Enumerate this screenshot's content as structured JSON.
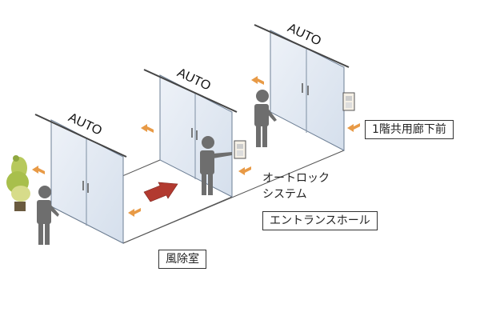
{
  "doors": [
    {
      "label": "AUTO"
    },
    {
      "label": "AUTO"
    },
    {
      "label": "AUTO"
    }
  ],
  "labels": {
    "floor1_corridor": "1階共用廊下前",
    "autolock_line1": "オートロック",
    "autolock_line2": "システム",
    "entrance_hall": "エントランスホール",
    "windbreak_room": "風除室"
  },
  "colors": {
    "glass": "#dde6f2",
    "glass_edge": "#6d7f95",
    "arrow_orange": "#e89a46",
    "arrow_red": "#b23a30",
    "person": "#6e6e6e",
    "plant": "#a8bf4c"
  }
}
